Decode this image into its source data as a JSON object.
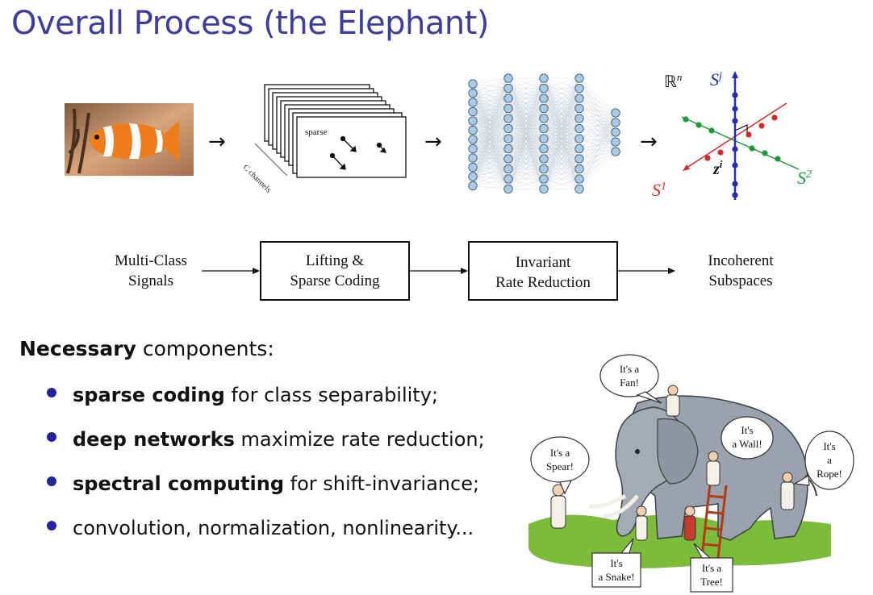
{
  "slide": {
    "title": "Overall Process (the Elephant)"
  },
  "top_row": {
    "arrows": [
      "→",
      "→",
      "→"
    ],
    "sparse_label": "sparse",
    "channels_label": "C channels",
    "space_label": "ℝ",
    "space_sup": "n",
    "subspace_j": "S",
    "subspace_j_sup": "j",
    "subspace_1": "S",
    "subspace_1_sup": "1",
    "subspace_2": "S",
    "subspace_2_sup": "2",
    "z_label": "z",
    "z_sup": "i",
    "colors": {
      "red": "#d42a2a",
      "green": "#1c9a3a",
      "blue": "#1f2fb5",
      "node": "#a9cbe6"
    }
  },
  "pipeline": {
    "input_line1": "Multi-Class",
    "input_line2": "Signals",
    "box1_line1": "Lifting &",
    "box1_line2": "Sparse Coding",
    "box2_line1": "Invariant",
    "box2_line2": "Rate Reduction",
    "output_line1": "Incoherent",
    "output_line2": "Subspaces"
  },
  "components": {
    "heading_bold": "Necessary",
    "heading_rest": " components:",
    "items": [
      {
        "bold": "sparse coding",
        "rest": " for class separability;"
      },
      {
        "bold": "deep networks",
        "rest": " maximize rate reduction;"
      },
      {
        "bold": "spectral computing",
        "rest": " for shift-invariance;"
      },
      {
        "bold": "",
        "rest": "convolution, normalization, nonlinearity..."
      }
    ]
  },
  "cartoon": {
    "bubbles": [
      {
        "line1": "It's a",
        "line2": "Fan!"
      },
      {
        "line1": "It's",
        "line2": "a Wall!"
      },
      {
        "line1": "It's a",
        "line2": "Spear!"
      },
      {
        "line1": "It's",
        "line2": "a",
        "line3": "Rope!"
      },
      {
        "line1": "It's",
        "line2": "a Snake!"
      },
      {
        "line1": "It's a",
        "line2": "Tree!"
      }
    ]
  }
}
